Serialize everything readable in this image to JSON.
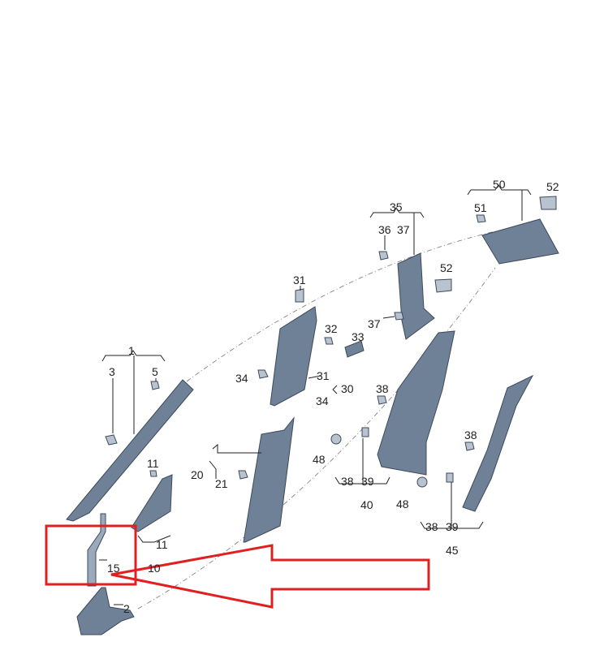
{
  "diagram": {
    "labels": {
      "l1": "1",
      "l3": "3",
      "l5": "5",
      "l11a": "11",
      "l11b": "11",
      "l15": "15",
      "l10": "10",
      "l2": "2",
      "l20": "20",
      "l21": "21",
      "l34a": "34",
      "l31a": "31",
      "l31b": "31",
      "l30": "30",
      "l34b": "34",
      "l32": "32",
      "l33": "33",
      "l35": "35",
      "l36": "36",
      "l37a": "37",
      "l37b": "37",
      "l50": "50",
      "l51": "51",
      "l52a": "52",
      "l52b": "52",
      "l38a": "38",
      "l38b": "38",
      "l48a": "48",
      "l48b": "48",
      "l38c": "38",
      "l39a": "39",
      "l40": "40",
      "l38d": "38",
      "l39b": "39",
      "l45": "45"
    },
    "highlight_color": "#e02020",
    "part_color": "#6f8197"
  }
}
